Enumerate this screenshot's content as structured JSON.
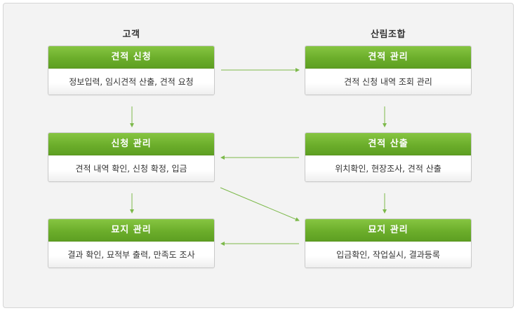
{
  "columns": {
    "left_title": "고객",
    "right_title": "산림조합"
  },
  "boxes": {
    "quote_request": {
      "title": "견적 신청",
      "desc": "정보입력, 임시견적 산출, 견적 요청"
    },
    "quote_manage": {
      "title": "견적 관리",
      "desc": "견적 신청 내역 조회 관리"
    },
    "request_manage": {
      "title": "신청 관리",
      "desc": "견적 내역 확인, 신청 확정, 입금"
    },
    "quote_calc": {
      "title": "견적 산출",
      "desc": "위치확인, 현장조사, 견적 산출"
    },
    "grave_manage_left": {
      "title": "묘지 관리",
      "desc": "결과 확인, 묘적부 출력, 만족도 조사"
    },
    "grave_manage_right": {
      "title": "묘지 관리",
      "desc": "입금확인, 작업실시, 결과등록"
    }
  },
  "colors": {
    "header_green": "#6cae2b",
    "arrow_green": "#7cb94a",
    "frame_bg": "#f3f3f3"
  }
}
